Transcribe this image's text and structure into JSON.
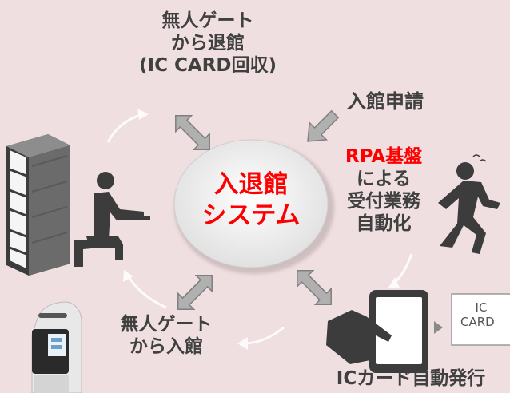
{
  "labels": {
    "exit_gate": [
      "無人ゲート",
      "から退館",
      "(IC CARD回収)"
    ],
    "entry_request": "入館申請",
    "rpa_base": "RPA基盤",
    "rpa_rest": [
      "による",
      "受付業務",
      "自動化"
    ],
    "entry_gate": [
      "無人ゲート",
      "から入館"
    ],
    "ic_issue": "ICカード自動発行",
    "center": [
      "入退館",
      "システム"
    ],
    "card": [
      "IC",
      "CARD"
    ]
  },
  "colors": {
    "background": "#efdfe0",
    "text": "#404040",
    "accent_red": "#ff0000",
    "arrow_fill": "#b0b0b0",
    "arrow_stroke": "#808080",
    "circle_fill": "#ececec",
    "figure": "#3c3c3c",
    "cycle_arrow": "#ffffff"
  },
  "icons": [
    "server-rack-icon",
    "person-at-terminal-icon",
    "running-person-icon",
    "tablet-hand-icon",
    "id-card-icon",
    "gate-kiosk-icon"
  ]
}
